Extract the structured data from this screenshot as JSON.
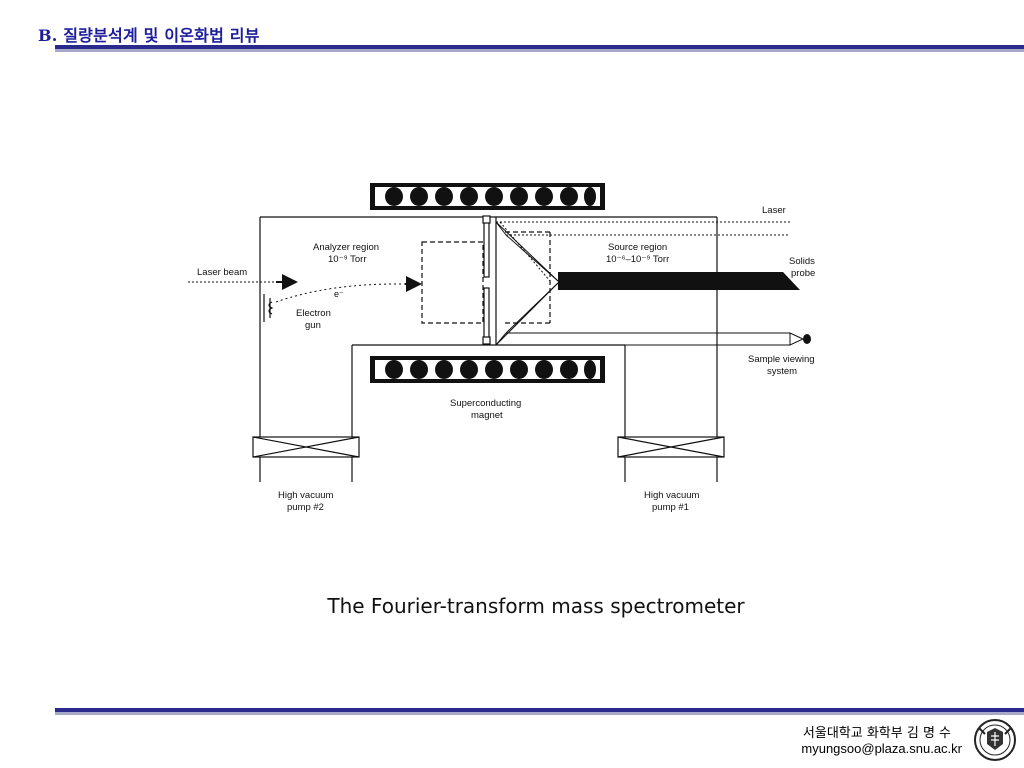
{
  "header": {
    "title": "B. 질량분석계 및 이온화법 리뷰"
  },
  "diagram": {
    "labels": {
      "laser": "Laser",
      "laser_beam": "Laser beam",
      "analyzer_region": "Analyzer region",
      "analyzer_pressure": "10⁻⁹ Torr",
      "source_region": "Source region",
      "source_pressure": "10⁻⁶–10⁻⁹ Torr",
      "solids": "Solids",
      "probe": "probe",
      "electron_symbol": "e⁻",
      "electron": "Electron",
      "gun": "gun",
      "sample_viewing": "Sample viewing",
      "system": "system",
      "superconducting": "Superconducting",
      "magnet": "magnet",
      "pump2_line1": "High vacuum",
      "pump2_line2": "pump #2",
      "pump1_line1": "High vacuum",
      "pump1_line2": "pump #1"
    }
  },
  "caption": "The Fourier-transform mass spectrometer",
  "footer": {
    "affiliation": "서울대학교 화학부 김 명 수",
    "email": "myungsoo@plaza.snu.ac.kr"
  }
}
